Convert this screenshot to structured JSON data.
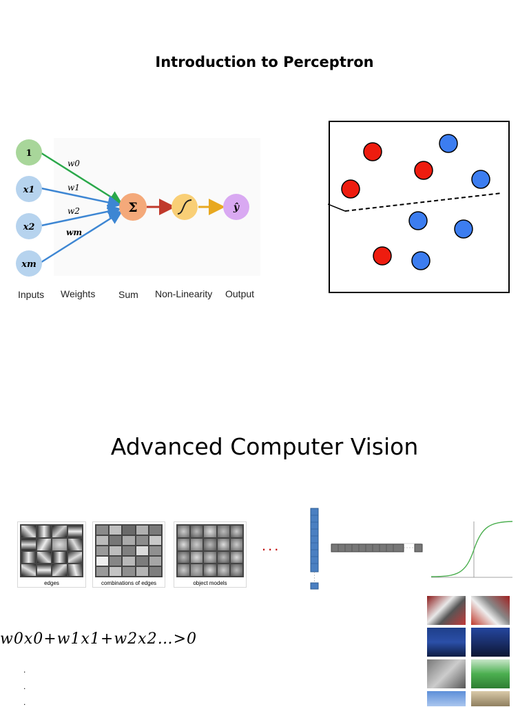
{
  "slide1": {
    "title": "Introduction to Perceptron",
    "perceptron": {
      "inputs": [
        "1",
        "x1",
        "x2",
        "xm"
      ],
      "weights": [
        "w0",
        "w1",
        "w2",
        "wm"
      ],
      "sum_symbol": "Σ",
      "output_symbol": "ŷ",
      "labels": [
        "Inputs",
        "Weights",
        "Sum",
        "Non-Linearity",
        "Output"
      ],
      "colors": {
        "bias": "#a8d69a",
        "input": "#b6d3ee",
        "sum": "#f4a97a",
        "nonlin": "#f9cf76",
        "output": "#d9a9f2",
        "bias_edge": "#2aa84a",
        "input_edge": "#3d86d3",
        "sum_to_nonlin": "#c0392b",
        "nonlin_to_out": "#e8a820"
      }
    },
    "scatter": {
      "red_points": [
        [
          65,
          45
        ],
        [
          139,
          72
        ],
        [
          33,
          99
        ],
        [
          79,
          196
        ]
      ],
      "blue_points": [
        [
          175,
          33
        ],
        [
          222,
          85
        ],
        [
          131,
          145
        ],
        [
          197,
          157
        ],
        [
          135,
          203
        ]
      ],
      "colors": {
        "red": "#ee1c0f",
        "blue": "#3c7df0"
      }
    }
  },
  "slide2": {
    "title": "Advanced Computer Vision",
    "feature_maps": [
      {
        "caption": "edges"
      },
      {
        "caption": "combinations of edges"
      },
      {
        "caption": "object models"
      }
    ],
    "ellipsis": "...",
    "equation": "w0x0+w1x1+w2x2…>0",
    "dots": [
      ".",
      ".",
      "."
    ]
  }
}
